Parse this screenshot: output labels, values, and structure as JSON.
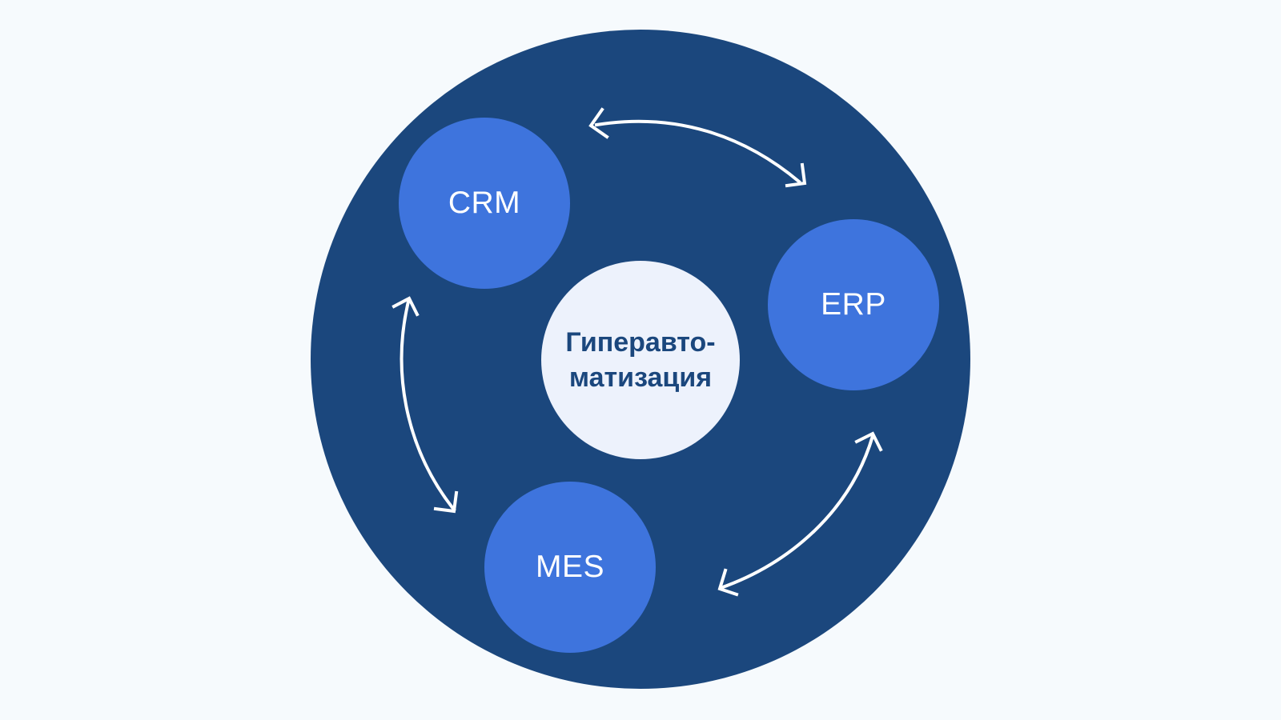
{
  "center": {
    "line1": "Гиперавто-",
    "line2": "матизация"
  },
  "nodes": {
    "crm": "CRM",
    "erp": "ERP",
    "mes": "MES"
  },
  "colors": {
    "background": "#f6fafd",
    "outer_circle": "#1b477d",
    "system_node": "#3e74dd",
    "center_node": "#edf2fc",
    "center_text": "#1b477d",
    "arrows": "#ffffff"
  }
}
